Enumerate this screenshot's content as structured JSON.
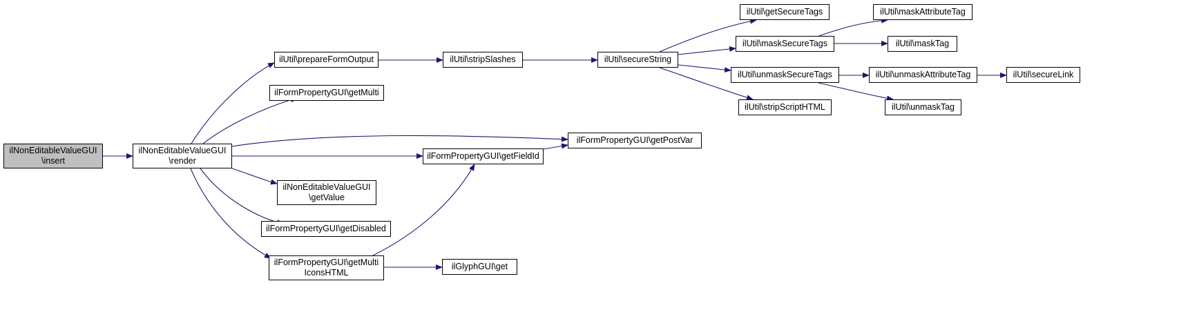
{
  "graph": {
    "node_fill": "#ffffff",
    "root_fill": "#bfbfbf",
    "border_color": "#000000",
    "edge_color": "#191970",
    "nodes": [
      {
        "id": "n0",
        "lines": [
          "ilNonEditableValueGUI",
          "\\insert"
        ],
        "root": true
      },
      {
        "id": "n1",
        "lines": [
          "ilNonEditableValueGUI",
          "\\render"
        ]
      },
      {
        "id": "n2",
        "lines": [
          "ilUtil\\prepareFormOutput"
        ]
      },
      {
        "id": "n3",
        "lines": [
          "ilFormPropertyGUI\\getMulti"
        ]
      },
      {
        "id": "n4",
        "lines": [
          "ilFormPropertyGUI\\getPostVar"
        ]
      },
      {
        "id": "n5",
        "lines": [
          "ilFormPropertyGUI\\getFieldId"
        ]
      },
      {
        "id": "n6",
        "lines": [
          "ilNonEditableValueGUI",
          "\\getValue"
        ]
      },
      {
        "id": "n7",
        "lines": [
          "ilFormPropertyGUI\\getDisabled"
        ]
      },
      {
        "id": "n8",
        "lines": [
          "ilFormPropertyGUI\\getMulti",
          "IconsHTML"
        ]
      },
      {
        "id": "n9",
        "lines": [
          "ilUtil\\stripSlashes"
        ]
      },
      {
        "id": "n10",
        "lines": [
          "ilUtil\\secureString"
        ]
      },
      {
        "id": "n11",
        "lines": [
          "ilUtil\\getSecureTags"
        ]
      },
      {
        "id": "n12",
        "lines": [
          "ilUtil\\maskSecureTags"
        ]
      },
      {
        "id": "n13",
        "lines": [
          "ilUtil\\unmaskSecureTags"
        ]
      },
      {
        "id": "n14",
        "lines": [
          "ilUtil\\stripScriptHTML"
        ]
      },
      {
        "id": "n15",
        "lines": [
          "ilUtil\\maskAttributeTag"
        ]
      },
      {
        "id": "n16",
        "lines": [
          "ilUtil\\maskTag"
        ]
      },
      {
        "id": "n17",
        "lines": [
          "ilUtil\\unmaskAttributeTag"
        ]
      },
      {
        "id": "n18",
        "lines": [
          "ilUtil\\unmaskTag"
        ]
      },
      {
        "id": "n19",
        "lines": [
          "ilUtil\\secureLink"
        ]
      },
      {
        "id": "n20",
        "lines": [
          "ilGlyphGUI\\get"
        ]
      }
    ],
    "edges": [
      {
        "from": "n0",
        "to": "n1"
      },
      {
        "from": "n1",
        "to": "n2"
      },
      {
        "from": "n1",
        "to": "n3"
      },
      {
        "from": "n1",
        "to": "n4"
      },
      {
        "from": "n1",
        "to": "n5"
      },
      {
        "from": "n1",
        "to": "n6"
      },
      {
        "from": "n1",
        "to": "n7"
      },
      {
        "from": "n1",
        "to": "n8"
      },
      {
        "from": "n2",
        "to": "n9"
      },
      {
        "from": "n9",
        "to": "n10"
      },
      {
        "from": "n10",
        "to": "n11"
      },
      {
        "from": "n10",
        "to": "n12"
      },
      {
        "from": "n10",
        "to": "n13"
      },
      {
        "from": "n10",
        "to": "n14"
      },
      {
        "from": "n12",
        "to": "n15"
      },
      {
        "from": "n12",
        "to": "n16"
      },
      {
        "from": "n13",
        "to": "n17"
      },
      {
        "from": "n13",
        "to": "n18"
      },
      {
        "from": "n17",
        "to": "n19"
      },
      {
        "from": "n5",
        "to": "n4"
      },
      {
        "from": "n8",
        "to": "n5"
      },
      {
        "from": "n8",
        "to": "n20"
      }
    ]
  }
}
